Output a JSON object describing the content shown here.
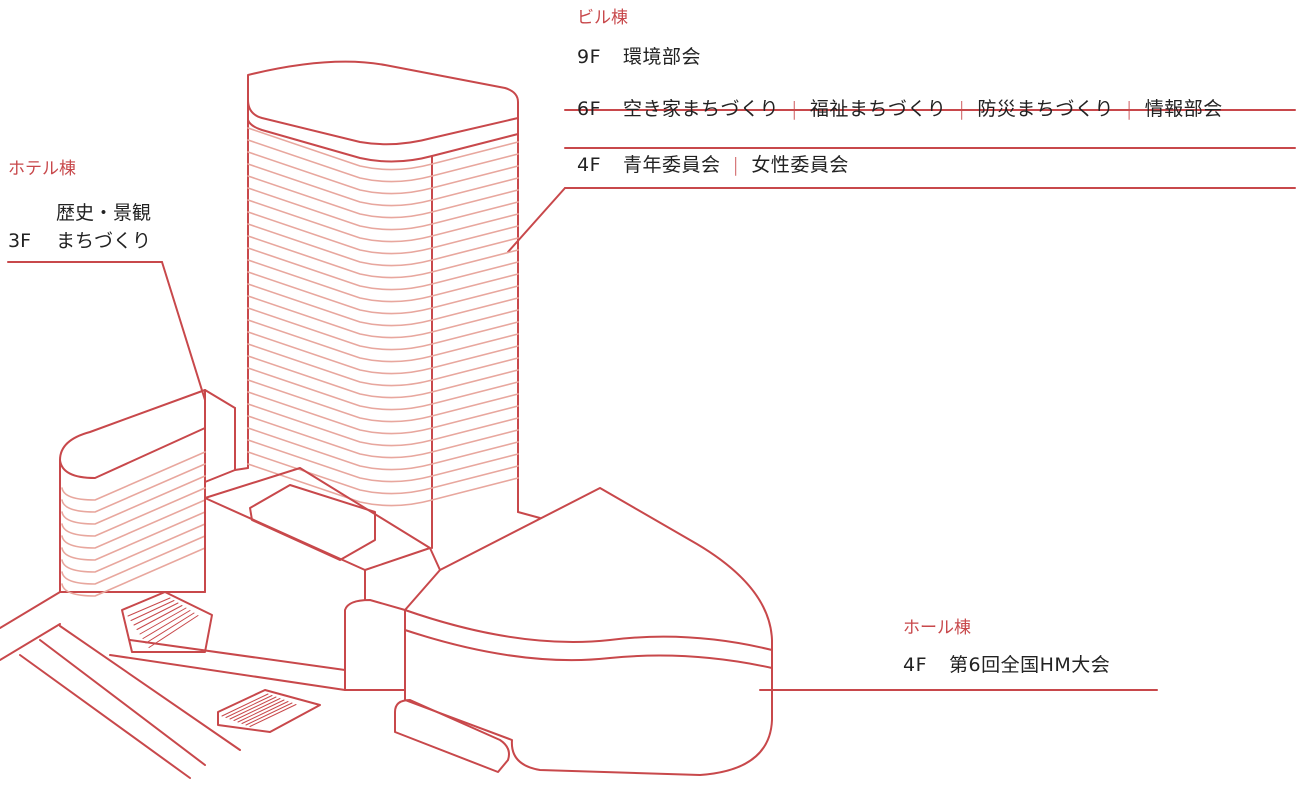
{
  "colors": {
    "accent": "#c8484b",
    "accent_light": "#e8a79e",
    "text": "#222222"
  },
  "building": {
    "title": "ビル棟",
    "floors": [
      {
        "floor": "9F",
        "items": [
          "環境部会"
        ]
      },
      {
        "floor": "6F",
        "items": [
          "空き家まちづくり",
          "福祉まちづくり",
          "防災まちづくり",
          "情報部会"
        ]
      },
      {
        "floor": "4F",
        "items": [
          "青年委員会",
          "女性委員会"
        ]
      }
    ],
    "separator": "|"
  },
  "hotel": {
    "title": "ホテル棟",
    "floor": "3F",
    "line1": "歴史・景観",
    "line2": "まちづくり"
  },
  "hall": {
    "title": "ホール棟",
    "floor": "4F",
    "item": "第6回全国HM大会"
  }
}
